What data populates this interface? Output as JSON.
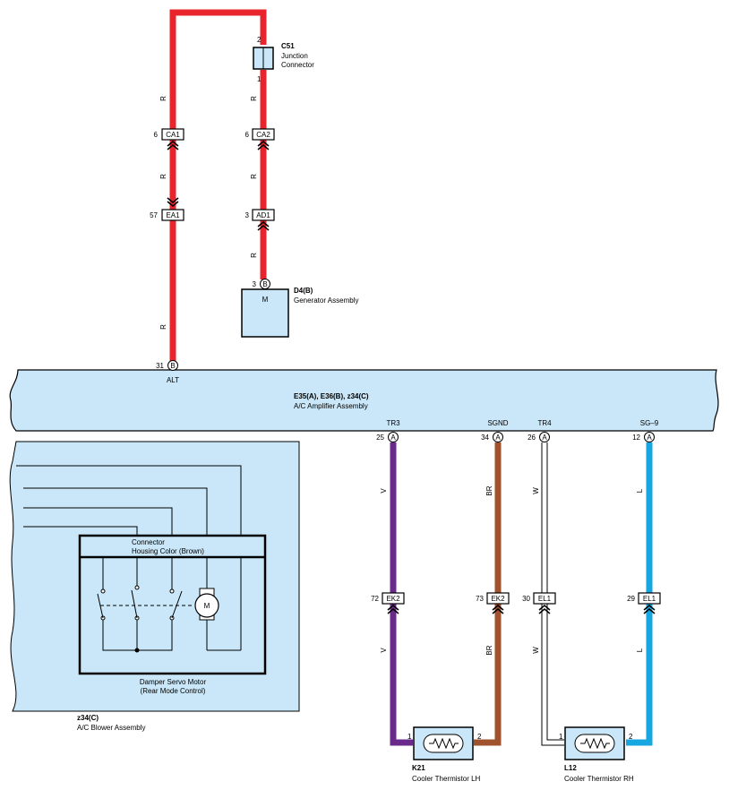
{
  "colors": {
    "red": "#e8242c",
    "purple": "#6a2a8c",
    "brown": "#a0522d",
    "white_wire": "#ffffff",
    "blue": "#16a6e0",
    "component_fill": "#c9e7f8",
    "outline": "#000000"
  },
  "wires": {
    "red": "R",
    "violet": "V",
    "brown": "BR",
    "white": "W",
    "blue": "L"
  },
  "connectors": {
    "ca1": {
      "code": "CA1",
      "pin": "6"
    },
    "ca2": {
      "code": "CA2",
      "pin": "6"
    },
    "ea1": {
      "code": "EA1",
      "pin": "57"
    },
    "ad1": {
      "code": "AD1",
      "pin": "3"
    },
    "ek2_v": {
      "code": "EK2",
      "pin": "72"
    },
    "ek2_br": {
      "code": "EK2",
      "pin": "73"
    },
    "el1_w": {
      "code": "EL1",
      "pin": "30"
    },
    "el1_l": {
      "code": "EL1",
      "pin": "29"
    }
  },
  "c51": {
    "id": "C51",
    "name_line1": "Junction",
    "name_line2": "Connector",
    "pin_top": "2",
    "pin_bottom": "1"
  },
  "d4": {
    "id": "D4(B)",
    "name": "Generator Assembly",
    "pin": "3",
    "terminal": "B",
    "inner": "M"
  },
  "amplifier": {
    "id": "E35(A), E36(B), z34(C)",
    "name": "A/C Amplifier Assembly",
    "alt": {
      "pin": "31",
      "terminal": "B",
      "label": "ALT"
    },
    "terminals": [
      {
        "pin": "25",
        "terminal": "A",
        "label": "TR3"
      },
      {
        "pin": "34",
        "terminal": "A",
        "label": "SGND"
      },
      {
        "pin": "26",
        "terminal": "A",
        "label": "TR4"
      },
      {
        "pin": "12",
        "terminal": "A",
        "label": "SG–9"
      }
    ]
  },
  "blower": {
    "id": "z34(C)",
    "name": "A/C Blower Assembly",
    "connector_line1": "Connector",
    "connector_line2": "Housing Color (Brown)",
    "motor_line1": "Damper Servo Motor",
    "motor_line2": "(Rear Mode Control)",
    "motor_symbol": "M"
  },
  "k21": {
    "id": "K21",
    "name": "Cooler Thermistor LH",
    "pin1": "1",
    "pin2": "2"
  },
  "l12": {
    "id": "L12",
    "name": "Cooler Thermistor RH",
    "pin1": "1",
    "pin2": "2"
  }
}
